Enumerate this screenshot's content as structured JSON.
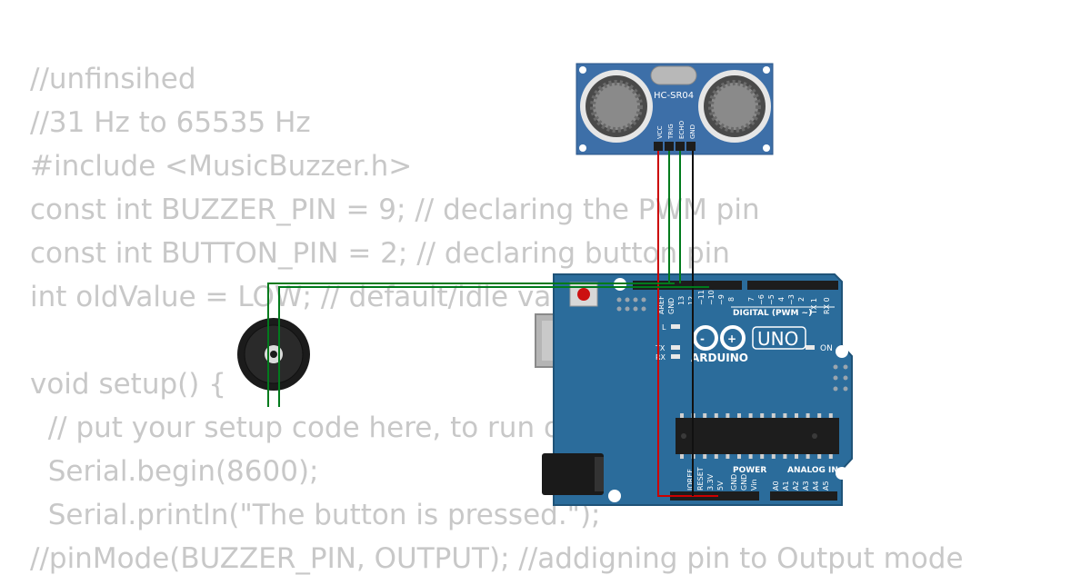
{
  "code": {
    "lines": [
      "//unfinsihed",
      "//31 Hz to 65535 Hz",
      "#include <MusicBuzzer.h>",
      "const int BUZZER_PIN = 9; // declaring the PWM pin",
      "const int BUTTON_PIN = 2; // declaring button pin",
      "int oldValue = LOW; // default/idle value",
      "",
      "void setup() {",
      "  // put your setup code here, to run once:",
      "  Serial.begin(8600);",
      "  Serial.println(\"The button is pressed.\");",
      "//pinMode(BUZZER_PIN, OUTPUT); //addigning pin to Output mode"
    ]
  },
  "sensor": {
    "model": "HC-SR04",
    "pins": [
      "VCC",
      "TRIG",
      "ECHO",
      "GND"
    ]
  },
  "arduino": {
    "logo_text": "ARDUINO",
    "model": "UNO",
    "digital_label": "DIGITAL (PWM ~)",
    "power_label": "POWER",
    "analog_label": "ANALOG IN",
    "on_label": "ON",
    "led_labels": [
      "L",
      "TX",
      "RX"
    ],
    "top_pins": [
      "AREF",
      "GND",
      "13",
      "12",
      "~11",
      "~10",
      "~9",
      "8",
      "7",
      "~6",
      "~5",
      "4",
      "~3",
      "2",
      "TX 1",
      "RX 0"
    ],
    "power_pins": [
      "IOREF",
      "RESET",
      "3.3V",
      "5V",
      "GND",
      "GND",
      "Vin"
    ],
    "analog_pins": [
      "A0",
      "A1",
      "A2",
      "A3",
      "A4",
      "A5"
    ]
  },
  "colors": {
    "code_text": "#c8c8c8",
    "board": "#2b6c9b",
    "wire_red": "#cc0000",
    "wire_green": "#007a1c",
    "wire_black": "#111111"
  }
}
